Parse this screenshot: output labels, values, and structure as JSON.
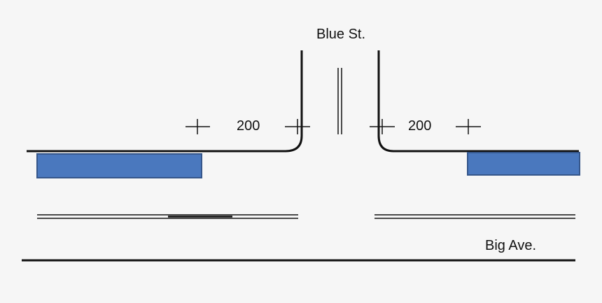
{
  "streets": {
    "cross_street": "Blue St.",
    "main_street": "Big Ave."
  },
  "distances": {
    "left": "200",
    "right": "200"
  },
  "colors": {
    "background": "#f6f6f6",
    "line": "#111111",
    "parking_zone_fill": "#4a78be",
    "parking_zone_stroke": "#35568a"
  }
}
